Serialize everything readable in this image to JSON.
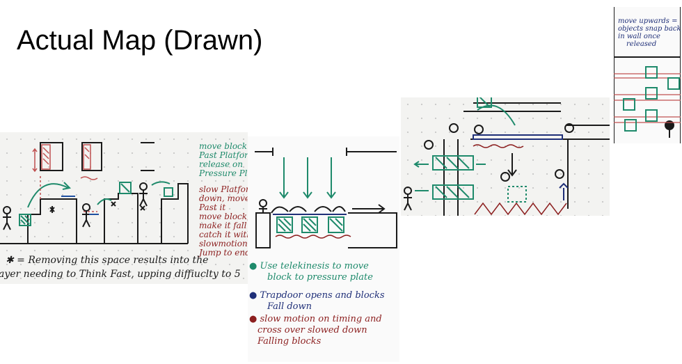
{
  "slide": {
    "title": "Actual Map (Drawn)"
  },
  "sketch1": {
    "side_notes": [
      "move block",
      "Past Platform",
      "release on",
      "Pressure Plate"
    ],
    "side_notes_red": [
      "slow Platform",
      "down, move",
      "Past it",
      "move block,",
      "make it fall",
      "catch it with",
      "slowmotion,",
      "Jump to end"
    ],
    "footnote_line1": "✱ = Removing this space results into the",
    "footnote_line2": "ayer needing to Think Fast, upping diffiuclty to 5"
  },
  "sketch2": {
    "bullets": [
      {
        "text_line1": "Use telekinesis to move",
        "text_line2": "block to pressure plate",
        "color": "#1e8a6b"
      },
      {
        "text_line1": "Trapdoor opens and blocks",
        "text_line2": "Fall down",
        "color": "#1f2f78"
      },
      {
        "text_line1": "slow motion on timing and",
        "text_line2": "cross over slowed down",
        "text_line3": "Falling blocks",
        "color": "#8c1f1f"
      }
    ]
  },
  "sketch4": {
    "note_lines": [
      "move upwards =",
      "objects snap back",
      "in wall once",
      "released"
    ]
  },
  "colors": {
    "green": "#1e8a6b",
    "red": "#8c1f1f",
    "navy": "#1f2f78",
    "ink": "#1a1a1a"
  }
}
